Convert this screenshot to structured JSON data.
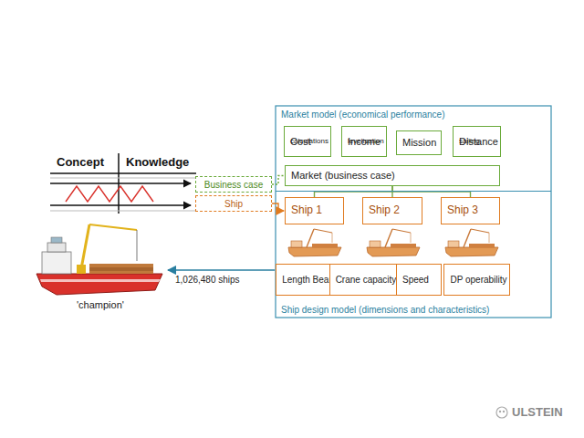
{
  "diagram": {
    "nodes": [
      {
        "text": [
          "Market model (economical performance)"
        ]
      },
      {
        "text": [
          "Ship design model (dimensions and characteristics)"
        ]
      },
      {
        "text": [
          "Cost",
          "calculations"
        ],
        "in": 0
      },
      {
        "text": [
          "Income",
          "levelisation"
        ],
        "in": 0
      },
      {
        "text": [
          "Mission"
        ],
        "in": 0
      },
      {
        "text": [
          "Distance",
          "sailing"
        ],
        "in": 0
      },
      {
        "text": [
          "Market (business case)"
        ],
        "in": 0
      },
      {
        "text": [
          "Ship 1"
        ],
        "in": 1
      },
      {
        "text": [
          "Ship 2"
        ],
        "in": 1
      },
      {
        "text": [
          "Ship 3"
        ],
        "in": 1
      },
      {
        "text": [
          "Length Beam"
        ],
        "in": 1
      },
      {
        "text": [
          "Crane capacity"
        ],
        "in": 1
      },
      {
        "text": [
          "Speed"
        ],
        "in": 1
      },
      {
        "text": [
          "DP operability"
        ],
        "in": 1
      },
      {
        "text": [
          "Business case"
        ]
      },
      {
        "text": [
          "Ship"
        ]
      }
    ],
    "edges": [
      {
        "from": 6,
        "to": 7,
        "arrow": "none"
      },
      {
        "from": 6,
        "to": 8,
        "arrow": "none"
      },
      {
        "from": 6,
        "to": 9,
        "arrow": "none"
      },
      {
        "from": 14,
        "to": 6,
        "arrow": "none"
      },
      {
        "from": 15,
        "to": 7,
        "arrow": "to"
      }
    ],
    "labels": [
      "Concept",
      "Knowledge",
      "1,026,480 ships",
      "'champion'",
      "ULSTEIN"
    ]
  }
}
